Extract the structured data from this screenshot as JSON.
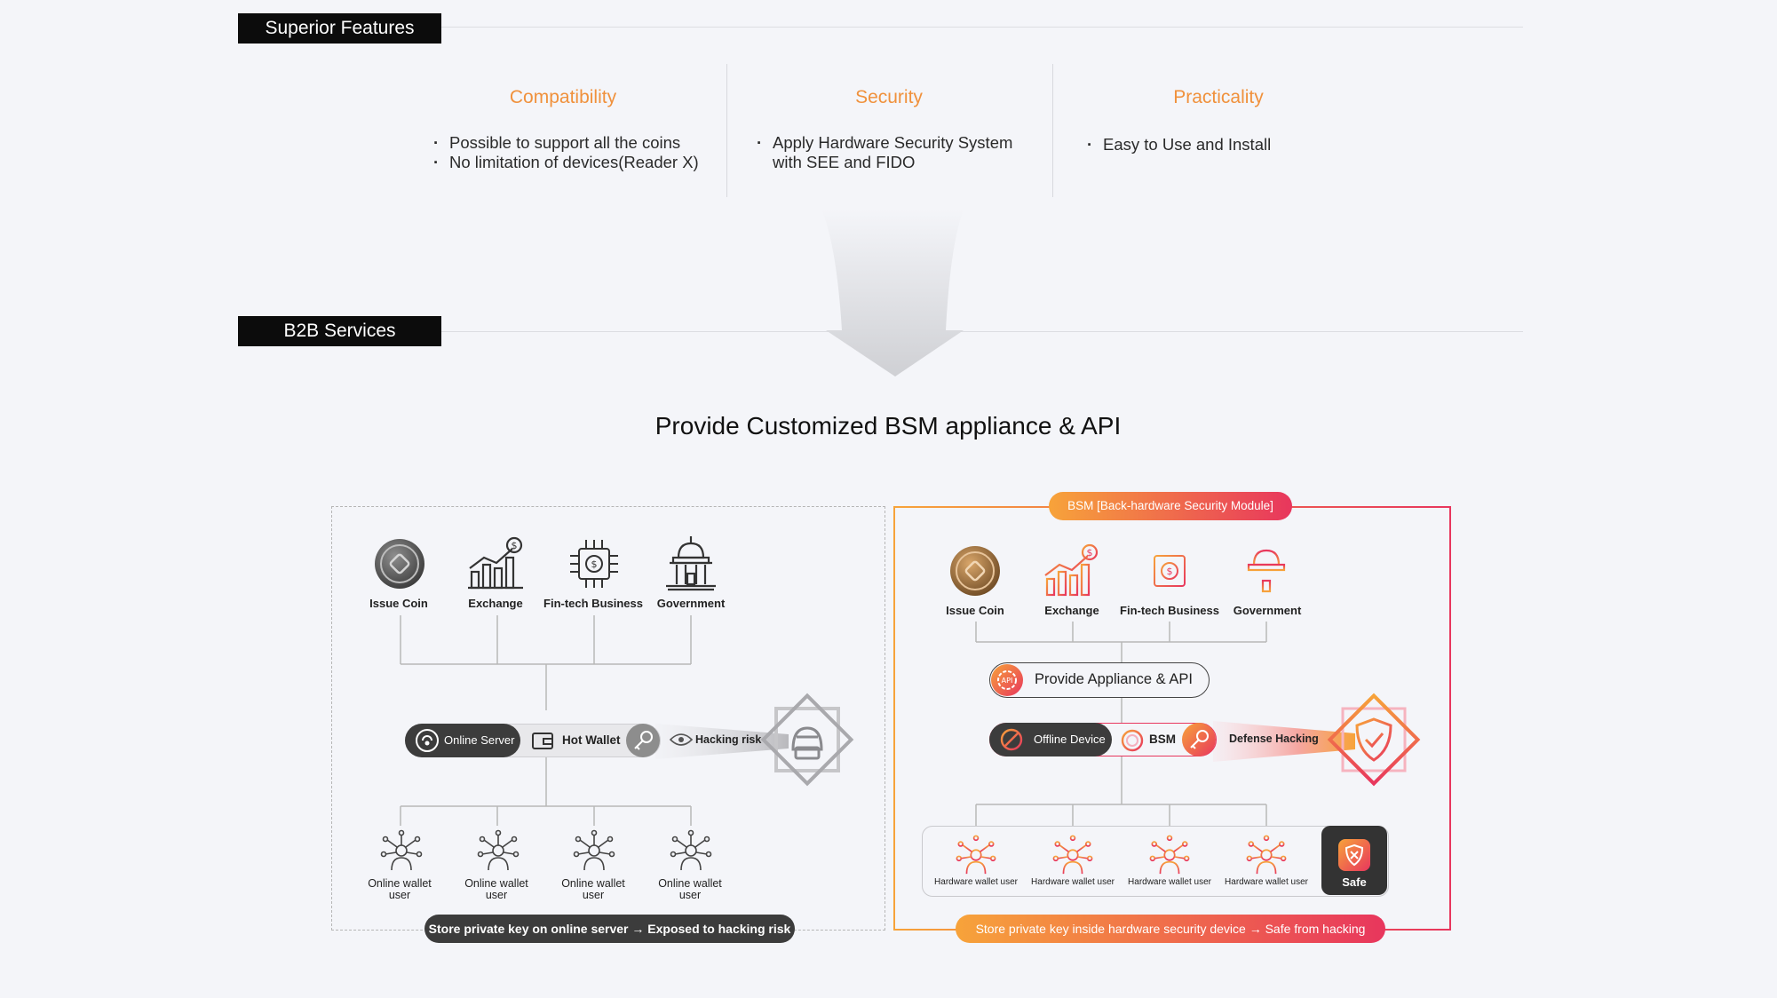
{
  "sections": {
    "superior": "Superior Features",
    "b2b": "B2B Services"
  },
  "features": [
    {
      "title": "Compatibility",
      "items": [
        "Possible to support all the coins",
        "No limitation of devices(Reader X)"
      ]
    },
    {
      "title": "Security",
      "items": [
        "Apply Hardware Security System with SEE and FIDO"
      ]
    },
    {
      "title": "Practicality",
      "items": [
        "Easy to Use and Install"
      ]
    }
  ],
  "main_title": "Provide Customized BSM appliance & API",
  "left": {
    "entities": [
      "Issue Coin",
      "Exchange",
      "Fin-tech Business",
      "Government"
    ],
    "online_server": "Online Server",
    "hot_wallet": "Hot Wallet",
    "hacking_risk": "Hacking risk",
    "users": [
      "Online wallet user",
      "Online wallet user",
      "Online wallet user",
      "Online wallet user"
    ],
    "footer": "Store private key on online server → Exposed to hacking risk"
  },
  "right": {
    "header": "BSM [Back-hardware Security Module]",
    "entities": [
      "Issue Coin",
      "Exchange",
      "Fin-tech Business",
      "Government"
    ],
    "provide": "Provide Appliance & API",
    "offline_device": "Offline Device",
    "bsm": "BSM",
    "defense": "Defense Hacking",
    "users": [
      "Hardware wallet user",
      "Hardware wallet user",
      "Hardware wallet user",
      "Hardware wallet user"
    ],
    "safe": "Safe",
    "footer": "Store private key inside hardware security device → Safe from hacking"
  },
  "colors": {
    "accent": "#f0913c",
    "dark": "#3a3a3a",
    "pink": "#e8365d",
    "orange": "#f7a33a",
    "gray": "#9a9a9a"
  }
}
